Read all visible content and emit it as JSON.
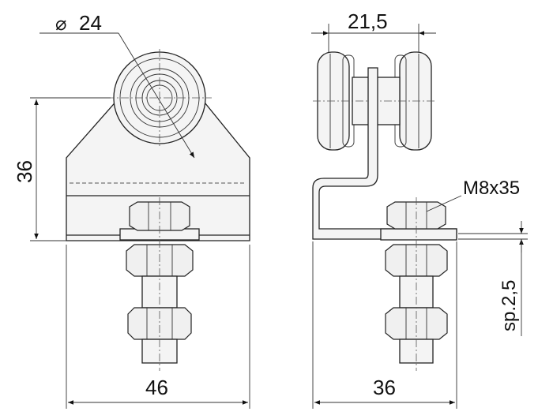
{
  "dimensions": {
    "diameter": "24",
    "front_height": "36",
    "front_width": "46",
    "wheel_span": "21,5",
    "bolt": "M8x35",
    "side_width": "36",
    "thickness": "sp.2,5"
  },
  "symbols": {
    "diameter_symbol": "⌀"
  }
}
